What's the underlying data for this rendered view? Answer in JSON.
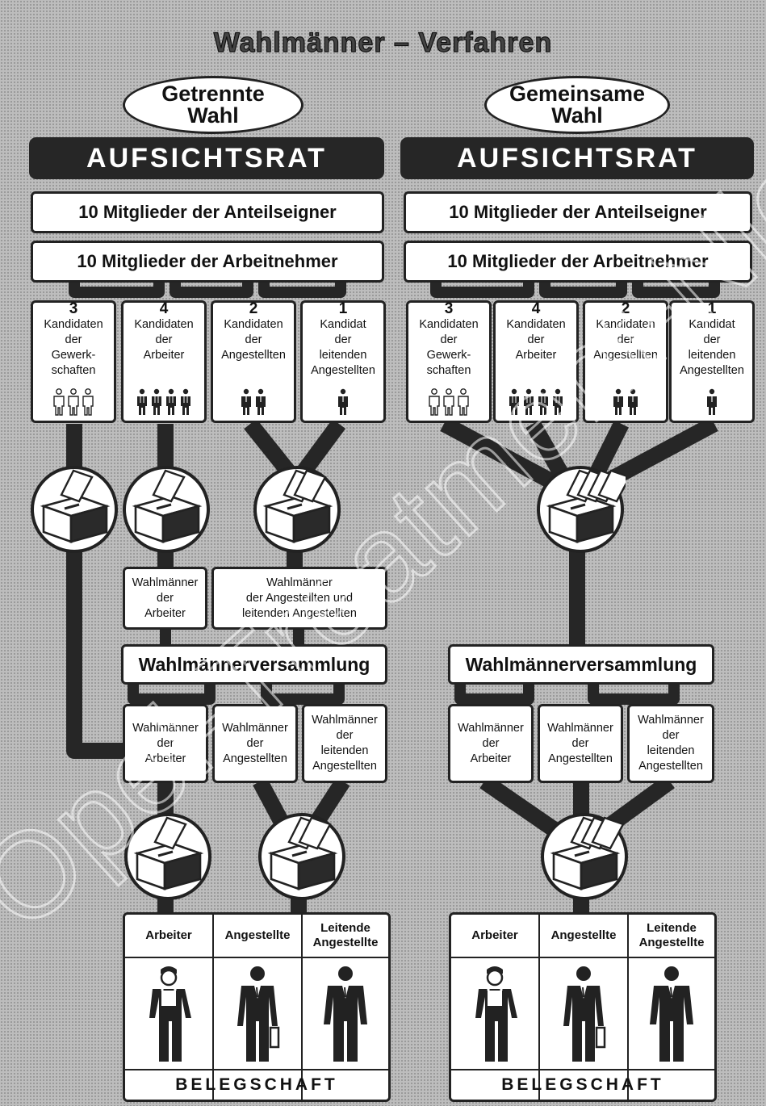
{
  "title": "Wahlmänner – Verfahren",
  "left": {
    "mode": "Getrennte Wahl",
    "mode_line1": "Getrennte",
    "mode_line2": "Wahl",
    "board": "AUFSICHTSRAT",
    "shareholders": "10 Mitglieder der Anteilseigner",
    "employees": "10 Mitglieder der Arbeitnehmer",
    "candidates": [
      {
        "count": "3",
        "text": "Kandidaten\nder\nGewerk-\nschaften",
        "figures": 3,
        "figure_type": "union"
      },
      {
        "count": "4",
        "text": "Kandidaten\nder\nArbeiter",
        "figures": 4,
        "figure_type": "worker"
      },
      {
        "count": "2",
        "text": "Kandidaten\nder\nAngestellten",
        "figures": 2,
        "figure_type": "employee"
      },
      {
        "count": "1",
        "text": "Kandidat\nder\nleitenden\nAngestellten",
        "figures": 1,
        "figure_type": "employee"
      }
    ],
    "electors_upper": [
      {
        "text": "Wahlmänner\nder\nArbeiter"
      },
      {
        "text": "Wahlmänner\nder Angestellten und\nleitenden Angestellten"
      }
    ],
    "assembly": "Wahlmännerversammlung",
    "electors_lower": [
      {
        "text": "Wahlmänner\nder\nArbeiter"
      },
      {
        "text": "Wahlmänner\nder\nAngestellten"
      },
      {
        "text": "Wahlmänner\nder\nleitenden\nAngestellten"
      }
    ],
    "staff": [
      "Arbeiter",
      "Angestellte",
      "Leitende\nAngestellte"
    ],
    "workforce": "BELEGSCHAFT"
  },
  "right": {
    "mode": "Gemeinsame Wahl",
    "mode_line1": "Gemeinsame",
    "mode_line2": "Wahl",
    "board": "AUFSICHTSRAT",
    "shareholders": "10 Mitglieder der Anteilseigner",
    "employees": "10 Mitglieder der Arbeitnehmer",
    "candidates": [
      {
        "count": "3",
        "text": "Kandidaten\nder\nGewerk-\nschaften",
        "figures": 3,
        "figure_type": "union"
      },
      {
        "count": "4",
        "text": "Kandidaten\nder\nArbeiter",
        "figures": 4,
        "figure_type": "worker"
      },
      {
        "count": "2",
        "text": "Kandidaten\nder\nAngestellten",
        "figures": 2,
        "figure_type": "employee"
      },
      {
        "count": "1",
        "text": "Kandidat\nder\nleitenden\nAngestellten",
        "figures": 1,
        "figure_type": "employee"
      }
    ],
    "assembly": "Wahlmännerversammlung",
    "electors_lower": [
      {
        "text": "Wahlmänner\nder\nArbeiter"
      },
      {
        "text": "Wahlmänner\nder\nAngestellten"
      },
      {
        "text": "Wahlmänner\nder\nleitenden\nAngestellten"
      }
    ],
    "staff": [
      "Arbeiter",
      "Angestellte",
      "Leitende\nAngestellte"
    ],
    "workforce": "BELEGSCHAFT"
  },
  "watermark": "Opel-Treatment-Niederlage",
  "icons": [
    "ballot-box-icon",
    "union-member-icon",
    "worker-icon",
    "employee-icon",
    "manager-icon"
  ],
  "colors": {
    "ink": "#222222",
    "banner": "#262626",
    "paper": "#ffffff",
    "screen": "#bdbdbd"
  }
}
